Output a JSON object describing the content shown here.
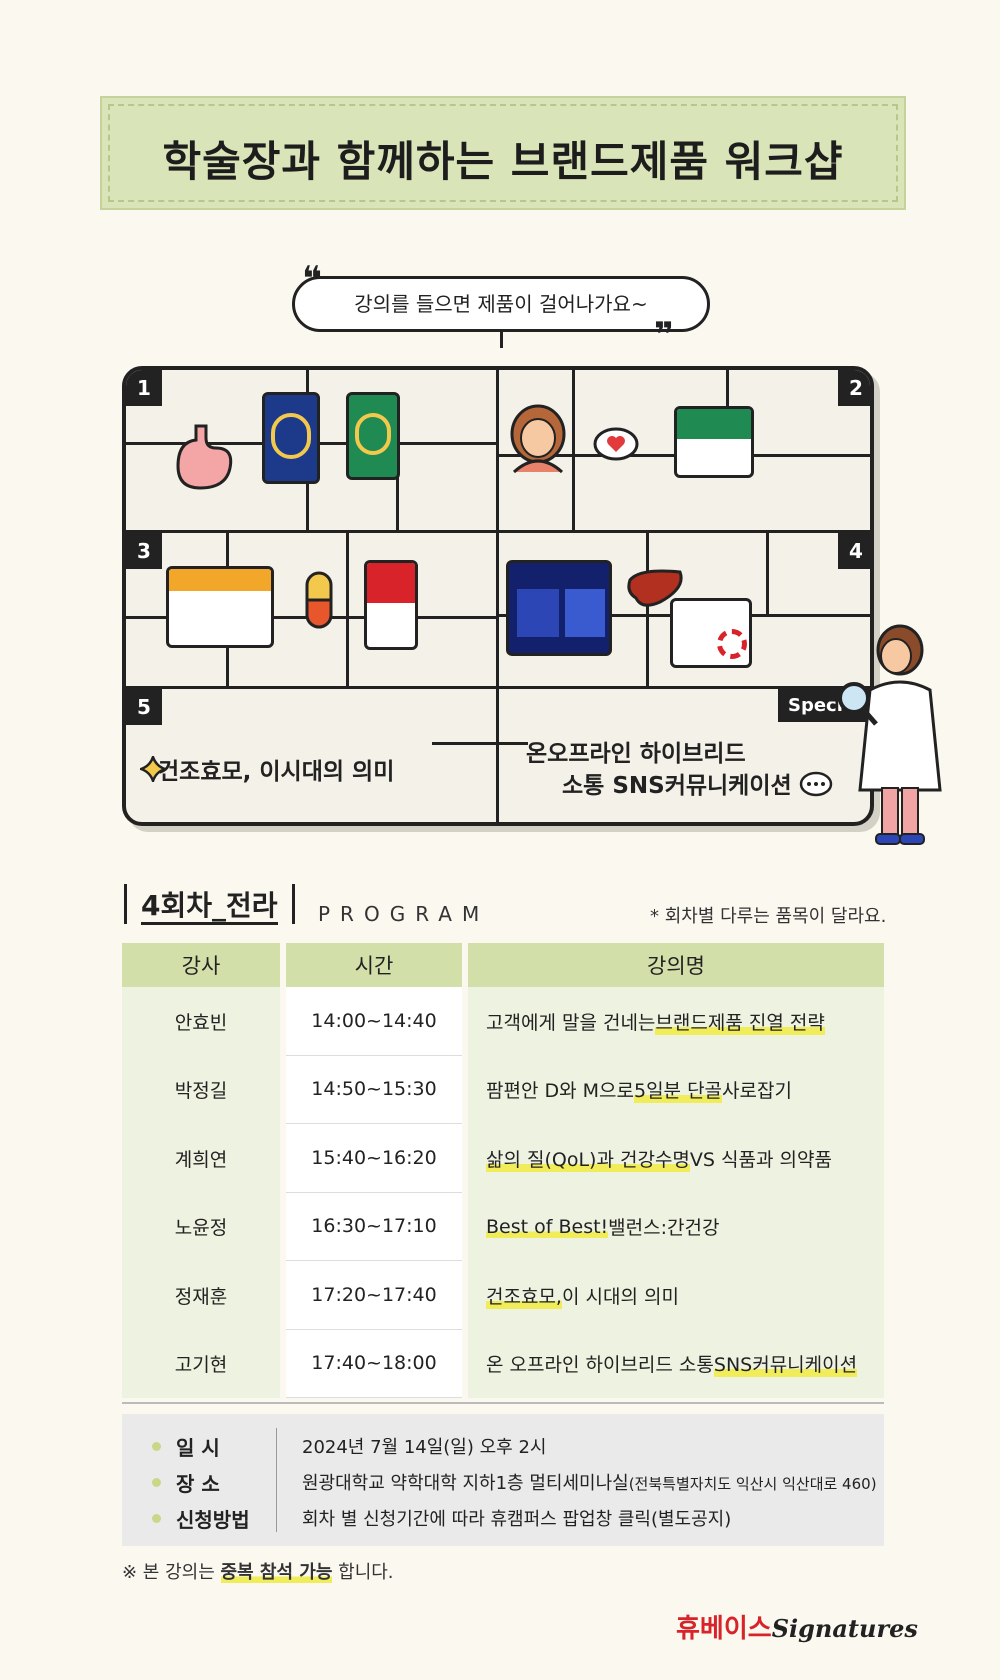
{
  "header": {
    "title": "학술장과 함께하는 브랜드제품 워크샵"
  },
  "quote": {
    "text": "강의를 들으면 제품이 걸어나가요~"
  },
  "board": {
    "badges": [
      "1",
      "2",
      "3",
      "4",
      "5"
    ],
    "special": "Special",
    "item5": "건조효모, 이시대의 의미",
    "special_line1": "온오프라인 하이브리드",
    "special_line2": "소통 SNS커뮤니케이션"
  },
  "program": {
    "session": "4회차_전라",
    "label": "PROGRAM",
    "note": "* 회차별 다루는 품목이 달라요.",
    "headers": [
      "강사",
      "시간",
      "강의명"
    ],
    "rows": [
      {
        "speaker": "안효빈",
        "time": "14:00~14:40",
        "pre": "고객에게 말을 건네는 ",
        "hl": "브랜드제품 진열 전략",
        "post": ""
      },
      {
        "speaker": "박정길",
        "time": "14:50~15:30",
        "pre": "팜편안 D와 M으로 ",
        "hl": "5일분 단골",
        "post": " 사로잡기"
      },
      {
        "speaker": "계희연",
        "time": "15:40~16:20",
        "pre": "",
        "hl": "삶의 질(QoL)과 건강수명",
        "post": " VS 식품과 의약품"
      },
      {
        "speaker": "노윤정",
        "time": "16:30~17:10",
        "pre": "",
        "hl": "Best of Best!",
        "post": "  밸런스:간건강"
      },
      {
        "speaker": "정재훈",
        "time": "17:20~17:40",
        "pre": "",
        "hl": "건조효모,",
        "post": " 이 시대의 의미"
      },
      {
        "speaker": "고기현",
        "time": "17:40~18:00",
        "pre": "온 오프라인 하이브리드 소통 ",
        "hl": "SNS커뮤니케이션",
        "post": ""
      }
    ]
  },
  "info": {
    "date_label": "일 시",
    "date_value": "2024년 7월 14일(일) 오후 2시",
    "place_label": "장 소",
    "place_value": "원광대학교 약학대학 지하1층 멀티세미나실",
    "place_addr": "(전북특별자치도 익산시 익산대로 460)",
    "apply_label": "신청방법",
    "apply_value": "회차 별 신청기간에 따라 휴캠퍼스 팝업창 클릭(별도공지)"
  },
  "footnote": {
    "pre": "※ 본 강의는 ",
    "hl": "중복 참석 가능",
    "post": " 합니다."
  },
  "logo": {
    "brand": "휴베이스",
    "sig": "Signatures"
  },
  "colors": {
    "accent": "#d2dfa9",
    "highlight": "#f1ec5a",
    "brand_red": "#d8232a"
  }
}
